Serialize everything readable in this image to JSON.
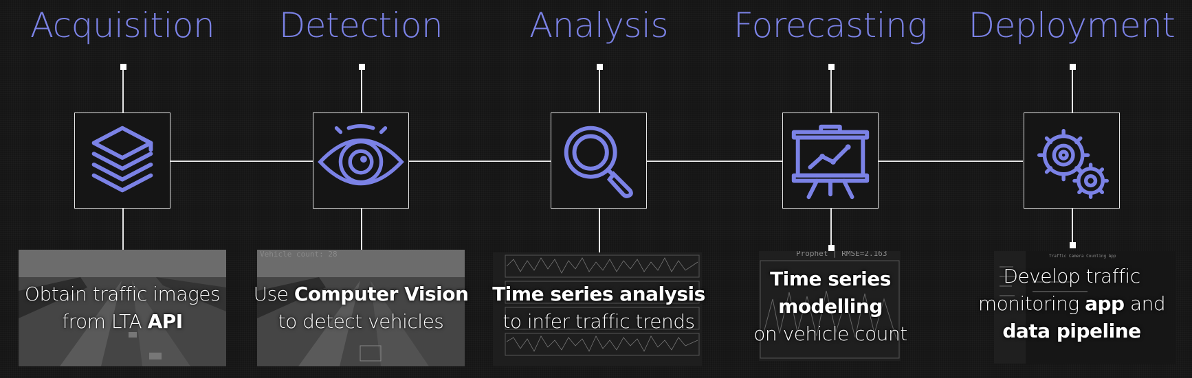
{
  "stages": [
    {
      "title": "Acquisition",
      "icon": "layers-icon",
      "caption": [
        [
          {
            "t": "Obtain traffic images",
            "b": false
          }
        ],
        [
          {
            "t": "from LTA ",
            "b": false
          },
          {
            "t": "API",
            "b": true
          }
        ]
      ]
    },
    {
      "title": "Detection",
      "icon": "eye-icon",
      "caption": [
        [
          {
            "t": "Use ",
            "b": false
          },
          {
            "t": "Computer Vision",
            "b": true
          }
        ],
        [
          {
            "t": "to detect vehicles",
            "b": false
          }
        ]
      ],
      "overlay": "Vehicle count: 28"
    },
    {
      "title": "Analysis",
      "icon": "magnifier-icon",
      "caption": [
        [
          {
            "t": "Time series analysis",
            "b": true
          }
        ],
        [
          {
            "t": "to infer traffic trends",
            "b": false
          }
        ]
      ]
    },
    {
      "title": "Forecasting",
      "icon": "presentation-chart-icon",
      "caption": [
        [
          {
            "t": "Time series",
            "b": true
          }
        ],
        [
          {
            "t": "modelling",
            "b": true
          }
        ],
        [
          {
            "t": "on vehicle count",
            "b": false
          }
        ]
      ],
      "overlay": "Prophet | RMSE=2.163"
    },
    {
      "title": "Deployment",
      "icon": "gears-icon",
      "caption": [
        [
          {
            "t": "Develop traffic",
            "b": false
          }
        ],
        [
          {
            "t": "monitoring ",
            "b": false
          },
          {
            "t": "app",
            "b": true
          },
          {
            "t": " and",
            "b": false
          }
        ],
        [
          {
            "t": "data pipeline",
            "b": true
          }
        ]
      ],
      "overlay": "Traffic Camera Counting App"
    }
  ],
  "colors": {
    "accent": "#7b82e6",
    "line": "#e6e6e6",
    "background": "#151515"
  }
}
